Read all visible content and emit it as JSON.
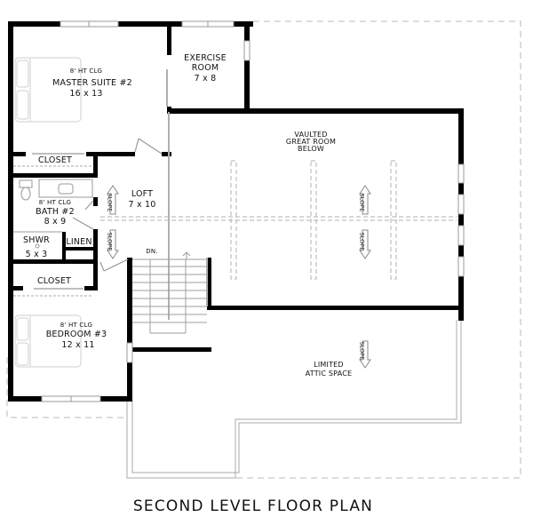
{
  "plan": {
    "title": "SECOND LEVEL FLOOR PLAN",
    "colors": {
      "wall": "#000000",
      "thin_line": "#aaaaaa",
      "dashed": "#b5b5b5",
      "text": "#111111",
      "background": "#ffffff"
    },
    "rooms": [
      {
        "id": "master-suite",
        "ceiling": "8' HT CLG",
        "name": "MASTER SUITE #2",
        "size": "16 x 13"
      },
      {
        "id": "exercise-room",
        "name_line1": "EXERCISE",
        "name_line2": "ROOM",
        "size": "7 x 8"
      },
      {
        "id": "closet-1",
        "name": "CLOSET"
      },
      {
        "id": "great-room",
        "line1": "VAULTED",
        "line2": "GREAT ROOM",
        "line3": "BELOW"
      },
      {
        "id": "loft",
        "name": "LOFT",
        "size": "7 x 10"
      },
      {
        "id": "bath-2",
        "ceiling": "8' HT CLG",
        "name": "BATH #2",
        "size": "8 x 9"
      },
      {
        "id": "shower",
        "name": "SHWR",
        "size": "5 x 3"
      },
      {
        "id": "linen",
        "name": "LINEN"
      },
      {
        "id": "closet-2",
        "name": "CLOSET"
      },
      {
        "id": "bedroom-3",
        "ceiling": "8' HT CLG",
        "name": "BEDROOM #3",
        "size": "12 x 11"
      },
      {
        "id": "attic",
        "line1": "LIMITED",
        "line2": "ATTIC SPACE"
      }
    ],
    "stairs": {
      "label": "DN."
    },
    "slope_label": "SLOPE",
    "slope_arrows": [
      {
        "id": "loft-up",
        "direction": "up"
      },
      {
        "id": "loft-down",
        "direction": "down"
      },
      {
        "id": "great-up",
        "direction": "up"
      },
      {
        "id": "great-down",
        "direction": "down"
      },
      {
        "id": "attic-down",
        "direction": "down"
      }
    ]
  }
}
